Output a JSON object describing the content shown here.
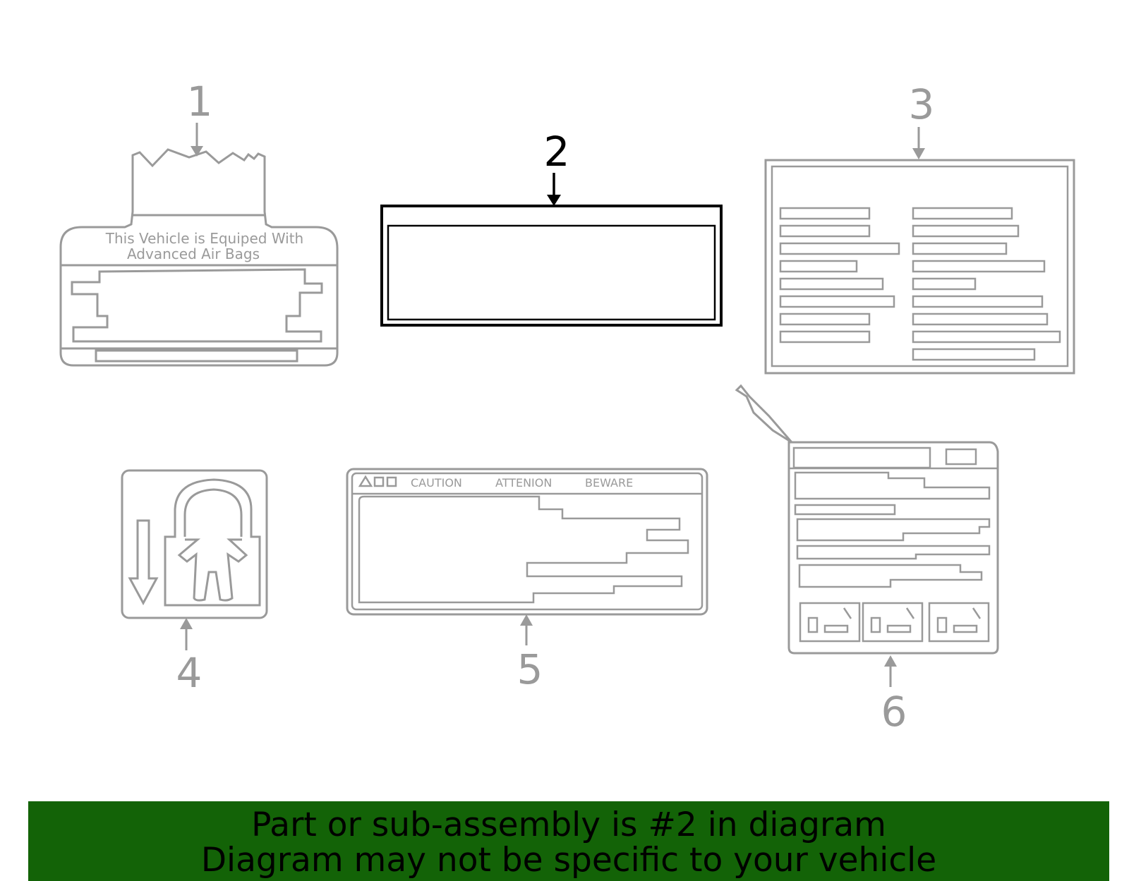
{
  "callouts": [
    {
      "number": "1"
    },
    {
      "number": "2",
      "highlighted": true
    },
    {
      "number": "3"
    },
    {
      "number": "4"
    },
    {
      "number": "5"
    },
    {
      "number": "6"
    }
  ],
  "label1": {
    "line1": "This Vehicle is Equiped With",
    "line2": "Advanced Air Bags"
  },
  "label5": {
    "caution": "CAUTION",
    "attention": "ATTENION",
    "beware": "BEWARE"
  },
  "banner": {
    "line1": "Part or sub-assembly is #2 in diagram",
    "line2": "Diagram may not be specific to your vehicle"
  },
  "colors": {
    "banner_bg": "#136307",
    "inactive_part": "#9a9a9a",
    "active_part": "#000000"
  }
}
